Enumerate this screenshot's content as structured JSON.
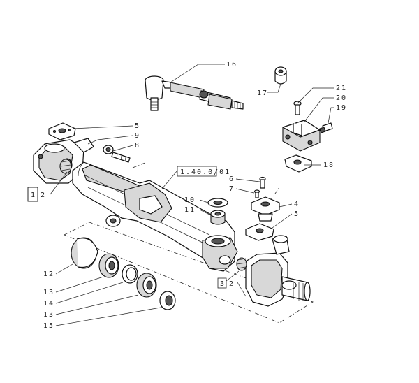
{
  "diagram": {
    "callouts": [
      {
        "id": "c16",
        "text": "16"
      },
      {
        "id": "c17",
        "text": "17"
      },
      {
        "id": "c21",
        "text": "21"
      },
      {
        "id": "c20",
        "text": "20"
      },
      {
        "id": "c19",
        "text": "19"
      },
      {
        "id": "c18",
        "text": "18"
      },
      {
        "id": "c5a",
        "text": "5"
      },
      {
        "id": "c9",
        "text": "9"
      },
      {
        "id": "c8",
        "text": "8"
      },
      {
        "id": "c6",
        "text": "6"
      },
      {
        "id": "c7",
        "text": "7"
      },
      {
        "id": "c4",
        "text": "4"
      },
      {
        "id": "c5b",
        "text": "5"
      },
      {
        "id": "c10",
        "text": "10"
      },
      {
        "id": "c11",
        "text": "11"
      },
      {
        "id": "c12",
        "text": "12"
      },
      {
        "id": "c13a",
        "text": "13"
      },
      {
        "id": "c14",
        "text": "14"
      },
      {
        "id": "c13b",
        "text": "13"
      },
      {
        "id": "c15",
        "text": "15"
      }
    ],
    "ref_box": "1.40.0/01",
    "group_left": {
      "box": "1",
      "num": "2"
    },
    "group_right": {
      "box": "3",
      "num": "2"
    }
  }
}
